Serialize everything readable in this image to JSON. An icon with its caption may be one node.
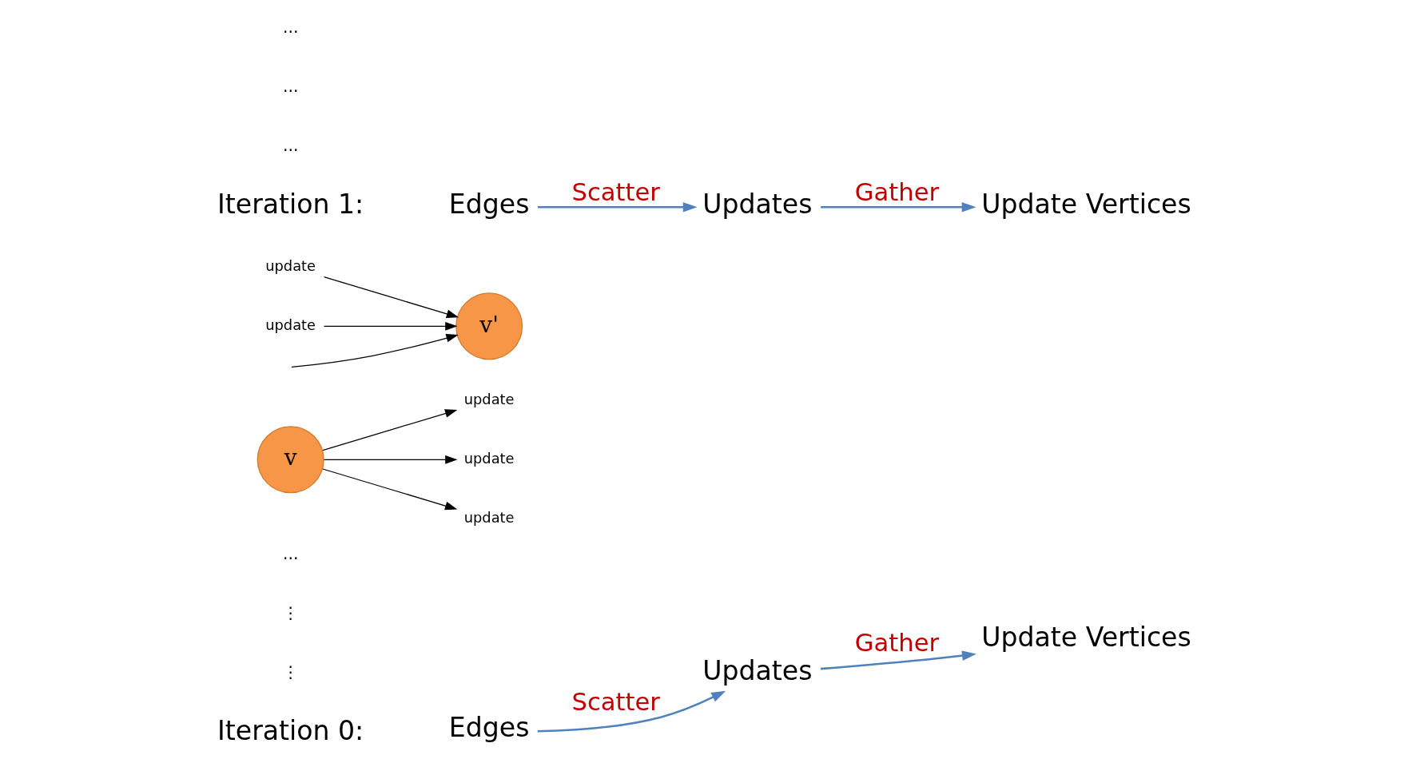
{
  "diagram": {
    "nodes": [
      {
        "text": [
          "Edges"
        ]
      },
      {
        "text": [
          "Updates"
        ]
      },
      {
        "text": [
          "Update Vertices"
        ]
      },
      {
        "text": [
          "v"
        ]
      },
      {
        "text": [
          "update"
        ]
      },
      {
        "text": [
          "update"
        ]
      },
      {
        "text": [
          "update"
        ]
      },
      {
        "text": [
          "update"
        ]
      },
      {
        "text": [
          "update"
        ]
      },
      {
        "text": [
          "v'"
        ]
      },
      {
        "text": [
          "Edges"
        ]
      },
      {
        "text": [
          "Updates"
        ]
      },
      {
        "text": [
          "Update Vertices"
        ]
      }
    ],
    "edges": [
      {
        "from": 0,
        "to": 1,
        "arrow": "to",
        "label": "Scatter",
        "color": "#4f81bd"
      },
      {
        "from": 1,
        "to": 2,
        "arrow": "to",
        "label": "Gather",
        "color": "#4f81bd"
      },
      {
        "from": 3,
        "to": 4,
        "arrow": "to"
      },
      {
        "from": 3,
        "to": 5,
        "arrow": "to"
      },
      {
        "from": 3,
        "to": 6,
        "arrow": "to"
      },
      {
        "from": 7,
        "to": 9,
        "arrow": "to"
      },
      {
        "from": null,
        "to": 9,
        "arrow": "to"
      },
      {
        "from": 8,
        "to": 9,
        "arrow": "to"
      },
      {
        "from": 10,
        "to": 11,
        "arrow": "to",
        "label": "Scatter",
        "color": "#4f81bd"
      },
      {
        "from": 11,
        "to": 12,
        "arrow": "to",
        "label": "Gather",
        "color": "#4f81bd"
      }
    ],
    "labels": [
      "Iteration 0:",
      "...",
      "...",
      "...",
      "...",
      "Iteration 1:",
      "⋮",
      "⋮"
    ]
  }
}
